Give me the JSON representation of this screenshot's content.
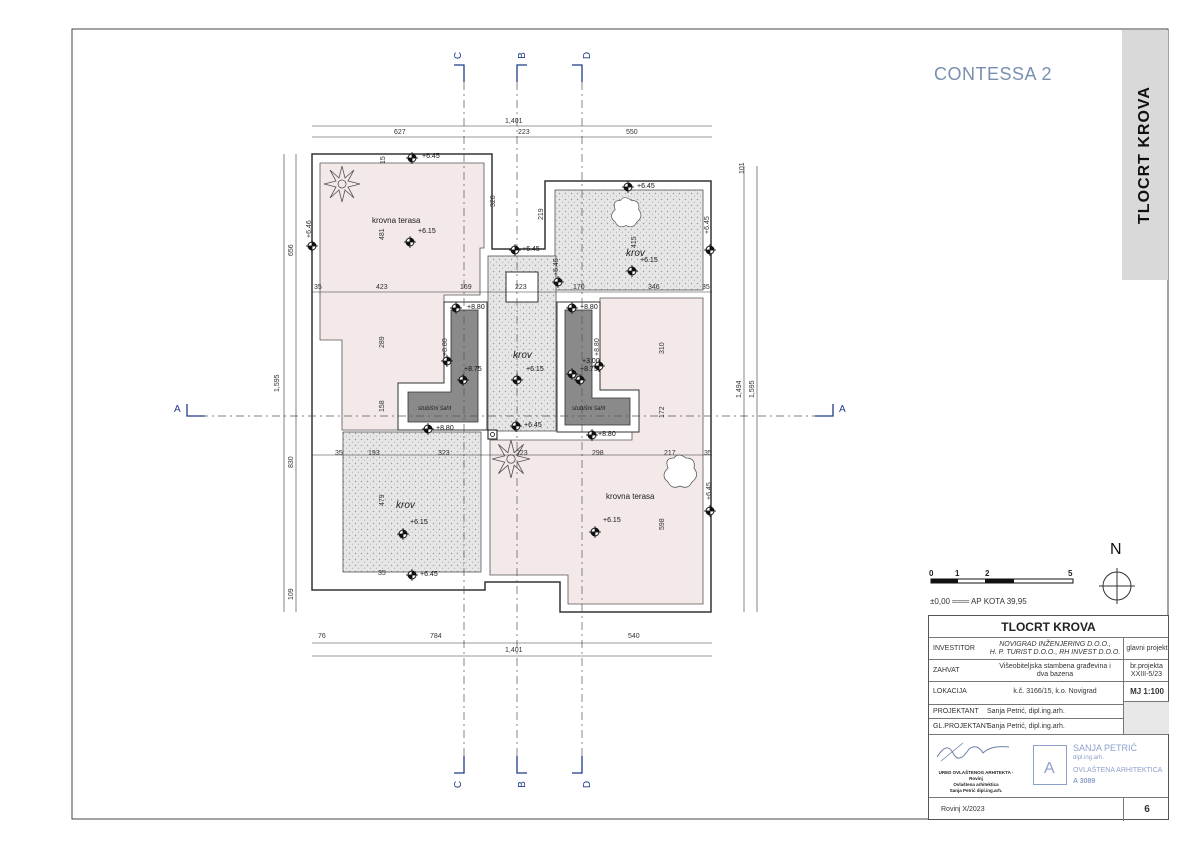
{
  "sheet": {
    "project_name": "CONTESSA 2",
    "sheet_title_vertical": "TLOCRT KROVA"
  },
  "axes": {
    "section_c": "C",
    "section_b": "B",
    "section_d": "D",
    "section_a": "A"
  },
  "dims_top": {
    "total": "1,401",
    "d1": "627",
    "d2": "223",
    "d3": "550"
  },
  "dims_bottom": {
    "d1": "76",
    "d2": "784",
    "d3": "540",
    "total": "1,401"
  },
  "dims_left": {
    "h1": "656",
    "h_total": "1,595",
    "h2": "830",
    "h3": "109",
    "roof_left_481": "481",
    "roof_left_289": "289",
    "roof_left_158": "158",
    "roof_left_479": "479",
    "roof_left_35": "35"
  },
  "dims_right": {
    "h1": "101",
    "h_total": "1,595",
    "h2": "1,494"
  },
  "dims_interior": {
    "row1_35": "35",
    "row1_423": "423",
    "row1_169": "169",
    "row1_223": "223",
    "row1_170": "170",
    "row1_346": "346",
    "row1_35b": "35",
    "row2_35": "35",
    "row2_193": "193",
    "row2_323": "323",
    "row2_223": "223",
    "row2_298": "298",
    "row2_217": "217",
    "row2_35b": "35",
    "v_320": "320",
    "v_219": "219",
    "v_415": "415",
    "v_310": "310",
    "v_172": "172",
    "v_598": "598",
    "v_15": "15"
  },
  "labels": {
    "krovna_terasa_1": "krovna terasa",
    "krovna_terasa_2": "krovna terasa",
    "krov_1": "krov",
    "krov_2": "krov",
    "krov_3": "krov",
    "stubisni_saht_1": "stubišni šaht",
    "stubisni_saht_2": "stubišni šaht"
  },
  "levels": {
    "l1": "+6.45",
    "l2": "+6.15",
    "l3": "+6.45",
    "l4": "+6.45",
    "l5": "+6.15",
    "l6": "+6.45",
    "l7": "+6.45",
    "l8": "+8.80",
    "l9": "+8.80",
    "l10": "+8.80",
    "l11": "+8.75",
    "l12": "+6.15",
    "l13": "+8.80",
    "l14": "+3.00",
    "l15": "+8.75",
    "l16": "+8.80",
    "l17": "+8.80",
    "l18": "+6.45",
    "l19": "+6.15",
    "l20": "+6.45",
    "l21": "+6.15",
    "l22": "+6.45",
    "l23": "+6.46",
    "l24": "+6.45"
  },
  "north": "N",
  "scale_bar": {
    "t0": "0",
    "t1": "1",
    "t2": "2",
    "t5": "5"
  },
  "legend_text": "±0,00 ═══ AP KOTA 39,95",
  "title_block": {
    "heading": "TLOCRT KROVA",
    "investitor_label": "INVESTITOR",
    "investitor_value_1": "NOVIGRAD INŽENJERING D.O.O.,",
    "investitor_value_2": "H. P. TURIST D.O.O.,   RH INVEST D.O.O.",
    "zahvat_label": "ZAHVAT",
    "zahvat_value_1": "Višeobiteljska stambena građevina  i",
    "zahvat_value_2": "dva bazena",
    "lokacija_label": "LOKACIJA",
    "lokacija_value": "k.č. 3166/15, k.o. Novigrad",
    "projektant_label": "PROJEKTANT",
    "projektant_value": "Sanja Petrić, dipl.ing.arh.",
    "gl_projektant_label": "GL.PROJEKTANT",
    "gl_projektant_value": "Sanja Petrić, dipl.ing.arh.",
    "project_type": "glavni projekt",
    "br_projekta_label": "br.projekta",
    "br_projekta_value": "XXIII-5/23",
    "scale": "MJ 1:100",
    "stamp_name": "SANJA PETRIĆ",
    "stamp_title": "dipl.ing.arh.",
    "stamp_chamber": "OVLAŠTENA ARHITEKTICA",
    "stamp_number": "A 3089",
    "office_line1": "URED OVLAŠTENOG ARHITEKTA - Rovinj",
    "office_line2": "Ovlaštena arhitektica",
    "office_line3": "Sanja Petrić dipl.ing.arh.",
    "place_date": "Rovinj  X/2023",
    "sheet_number": "6"
  },
  "colors": {
    "terrace_fill": "#f3e9e9",
    "gravel_fill": "#e4e4e4",
    "shaft_fill": "#8a8a8a",
    "axis_blue": "#1f3b8a",
    "title_strip": "#d9d9d9"
  }
}
